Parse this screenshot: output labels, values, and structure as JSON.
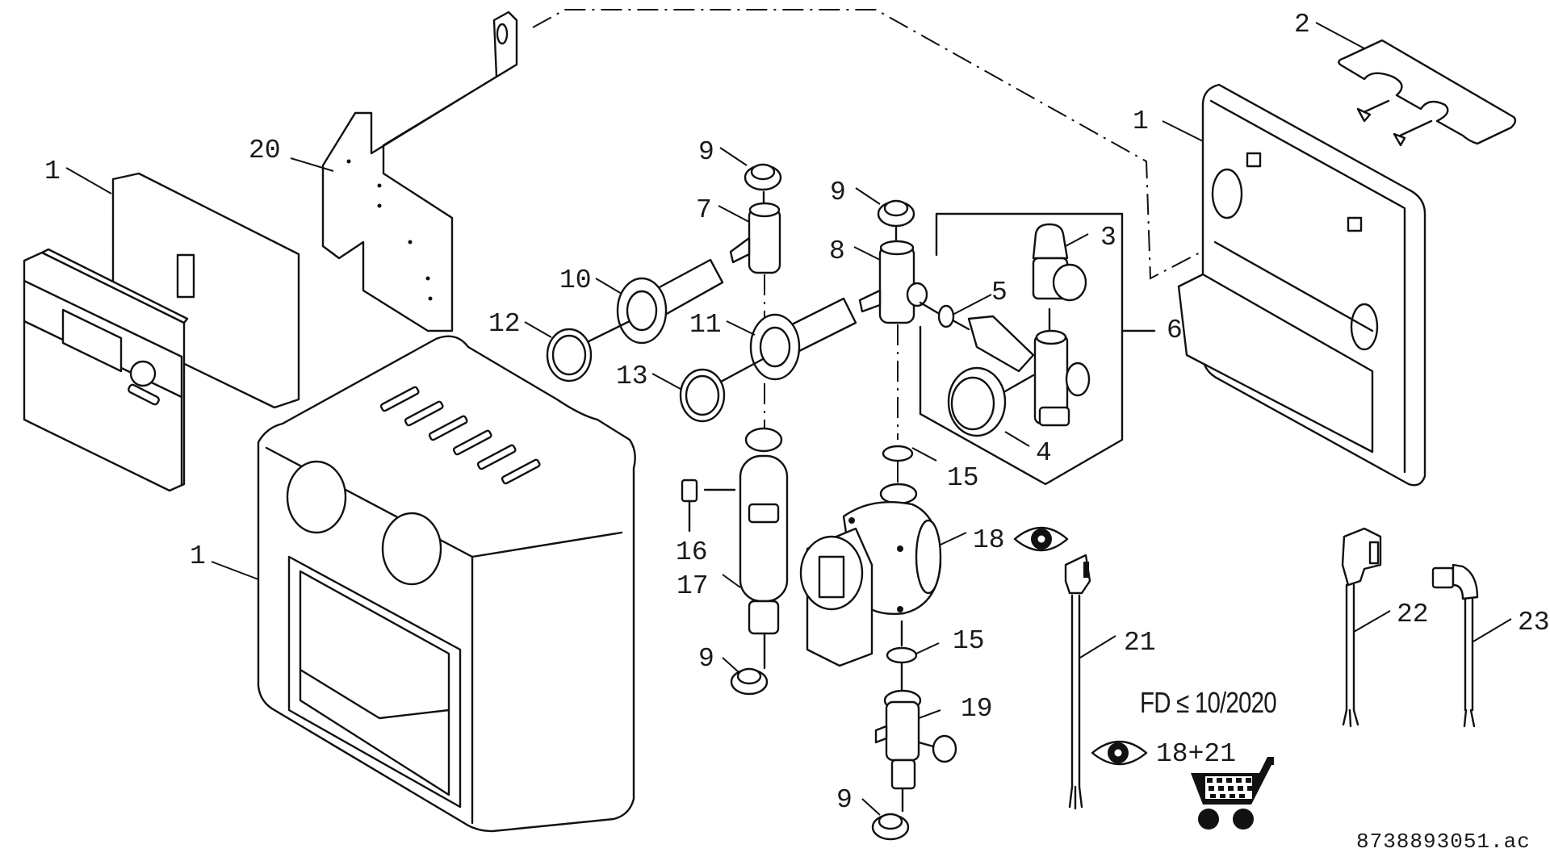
{
  "diagram": {
    "type": "exploded-parts-view",
    "reference_code": "8738893051.ac",
    "note": "FD ≤ 10/2020",
    "view_reference": "18+21",
    "icons": {
      "view_detail": "eye-icon",
      "order_together": "shopping-cart-icon"
    },
    "labels": [
      {
        "id": "1a",
        "text": "1",
        "part": "controller-front-cover"
      },
      {
        "id": "1b",
        "text": "1",
        "part": "casing-cover"
      },
      {
        "id": "1c",
        "text": "1",
        "part": "rear-mounting-housing"
      },
      {
        "id": "2",
        "text": "2",
        "part": "wall-bracket-with-screws"
      },
      {
        "id": "3",
        "text": "3",
        "part": "safety-valve"
      },
      {
        "id": "4",
        "text": "4",
        "part": "pressure-gauge"
      },
      {
        "id": "5",
        "text": "5",
        "part": "seal-ring"
      },
      {
        "id": "6",
        "text": "6",
        "part": "safety-group-assembly"
      },
      {
        "id": "7",
        "text": "7",
        "part": "ball-valve-flow"
      },
      {
        "id": "8",
        "text": "8",
        "part": "ball-valve-return"
      },
      {
        "id": "9a",
        "text": "9",
        "part": "union-nut"
      },
      {
        "id": "9b",
        "text": "9",
        "part": "union-nut"
      },
      {
        "id": "9c",
        "text": "9",
        "part": "union-nut"
      },
      {
        "id": "9d",
        "text": "9",
        "part": "union-nut"
      },
      {
        "id": "10",
        "text": "10",
        "part": "thermometer-holder"
      },
      {
        "id": "11",
        "text": "11",
        "part": "thermometer-holder"
      },
      {
        "id": "12",
        "text": "12",
        "part": "thermometer"
      },
      {
        "id": "13",
        "text": "13",
        "part": "thermometer"
      },
      {
        "id": "15a",
        "text": "15",
        "part": "seal"
      },
      {
        "id": "15b",
        "text": "15",
        "part": "seal"
      },
      {
        "id": "16",
        "text": "16",
        "part": "flow-limiter-cap"
      },
      {
        "id": "17",
        "text": "17",
        "part": "flow-meter"
      },
      {
        "id": "18",
        "text": "18",
        "part": "circulation-pump"
      },
      {
        "id": "19",
        "text": "19",
        "part": "fill-drain-valve"
      },
      {
        "id": "20",
        "text": "20",
        "part": "mounting-plate"
      },
      {
        "id": "21",
        "text": "21",
        "part": "pump-cable"
      },
      {
        "id": "22",
        "text": "22",
        "part": "power-cable"
      },
      {
        "id": "23",
        "text": "23",
        "part": "signal-cable"
      }
    ]
  }
}
